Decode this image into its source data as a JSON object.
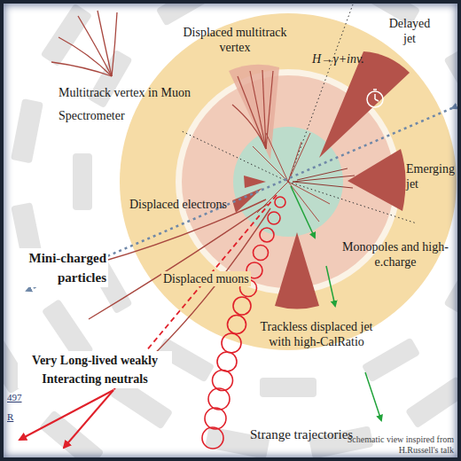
{
  "diagram": {
    "labels": [
      "Displaced multitrack vertex",
      "H→γ+inv.",
      "Delayed jet",
      "Multitrack vertex in Muon Spectrometer",
      "Emerging jet",
      "Displaced electrons",
      "Mini-charged particles",
      "Displaced muons",
      "Monopoles and high-e.charge",
      "Trackless displaced jet with high-CalRatio",
      "Very Long-lived weakly Interacting neutrals",
      "Strange trajectories",
      "Schematic view inspired from H.Russell's talk",
      "497",
      "R"
    ]
  }
}
